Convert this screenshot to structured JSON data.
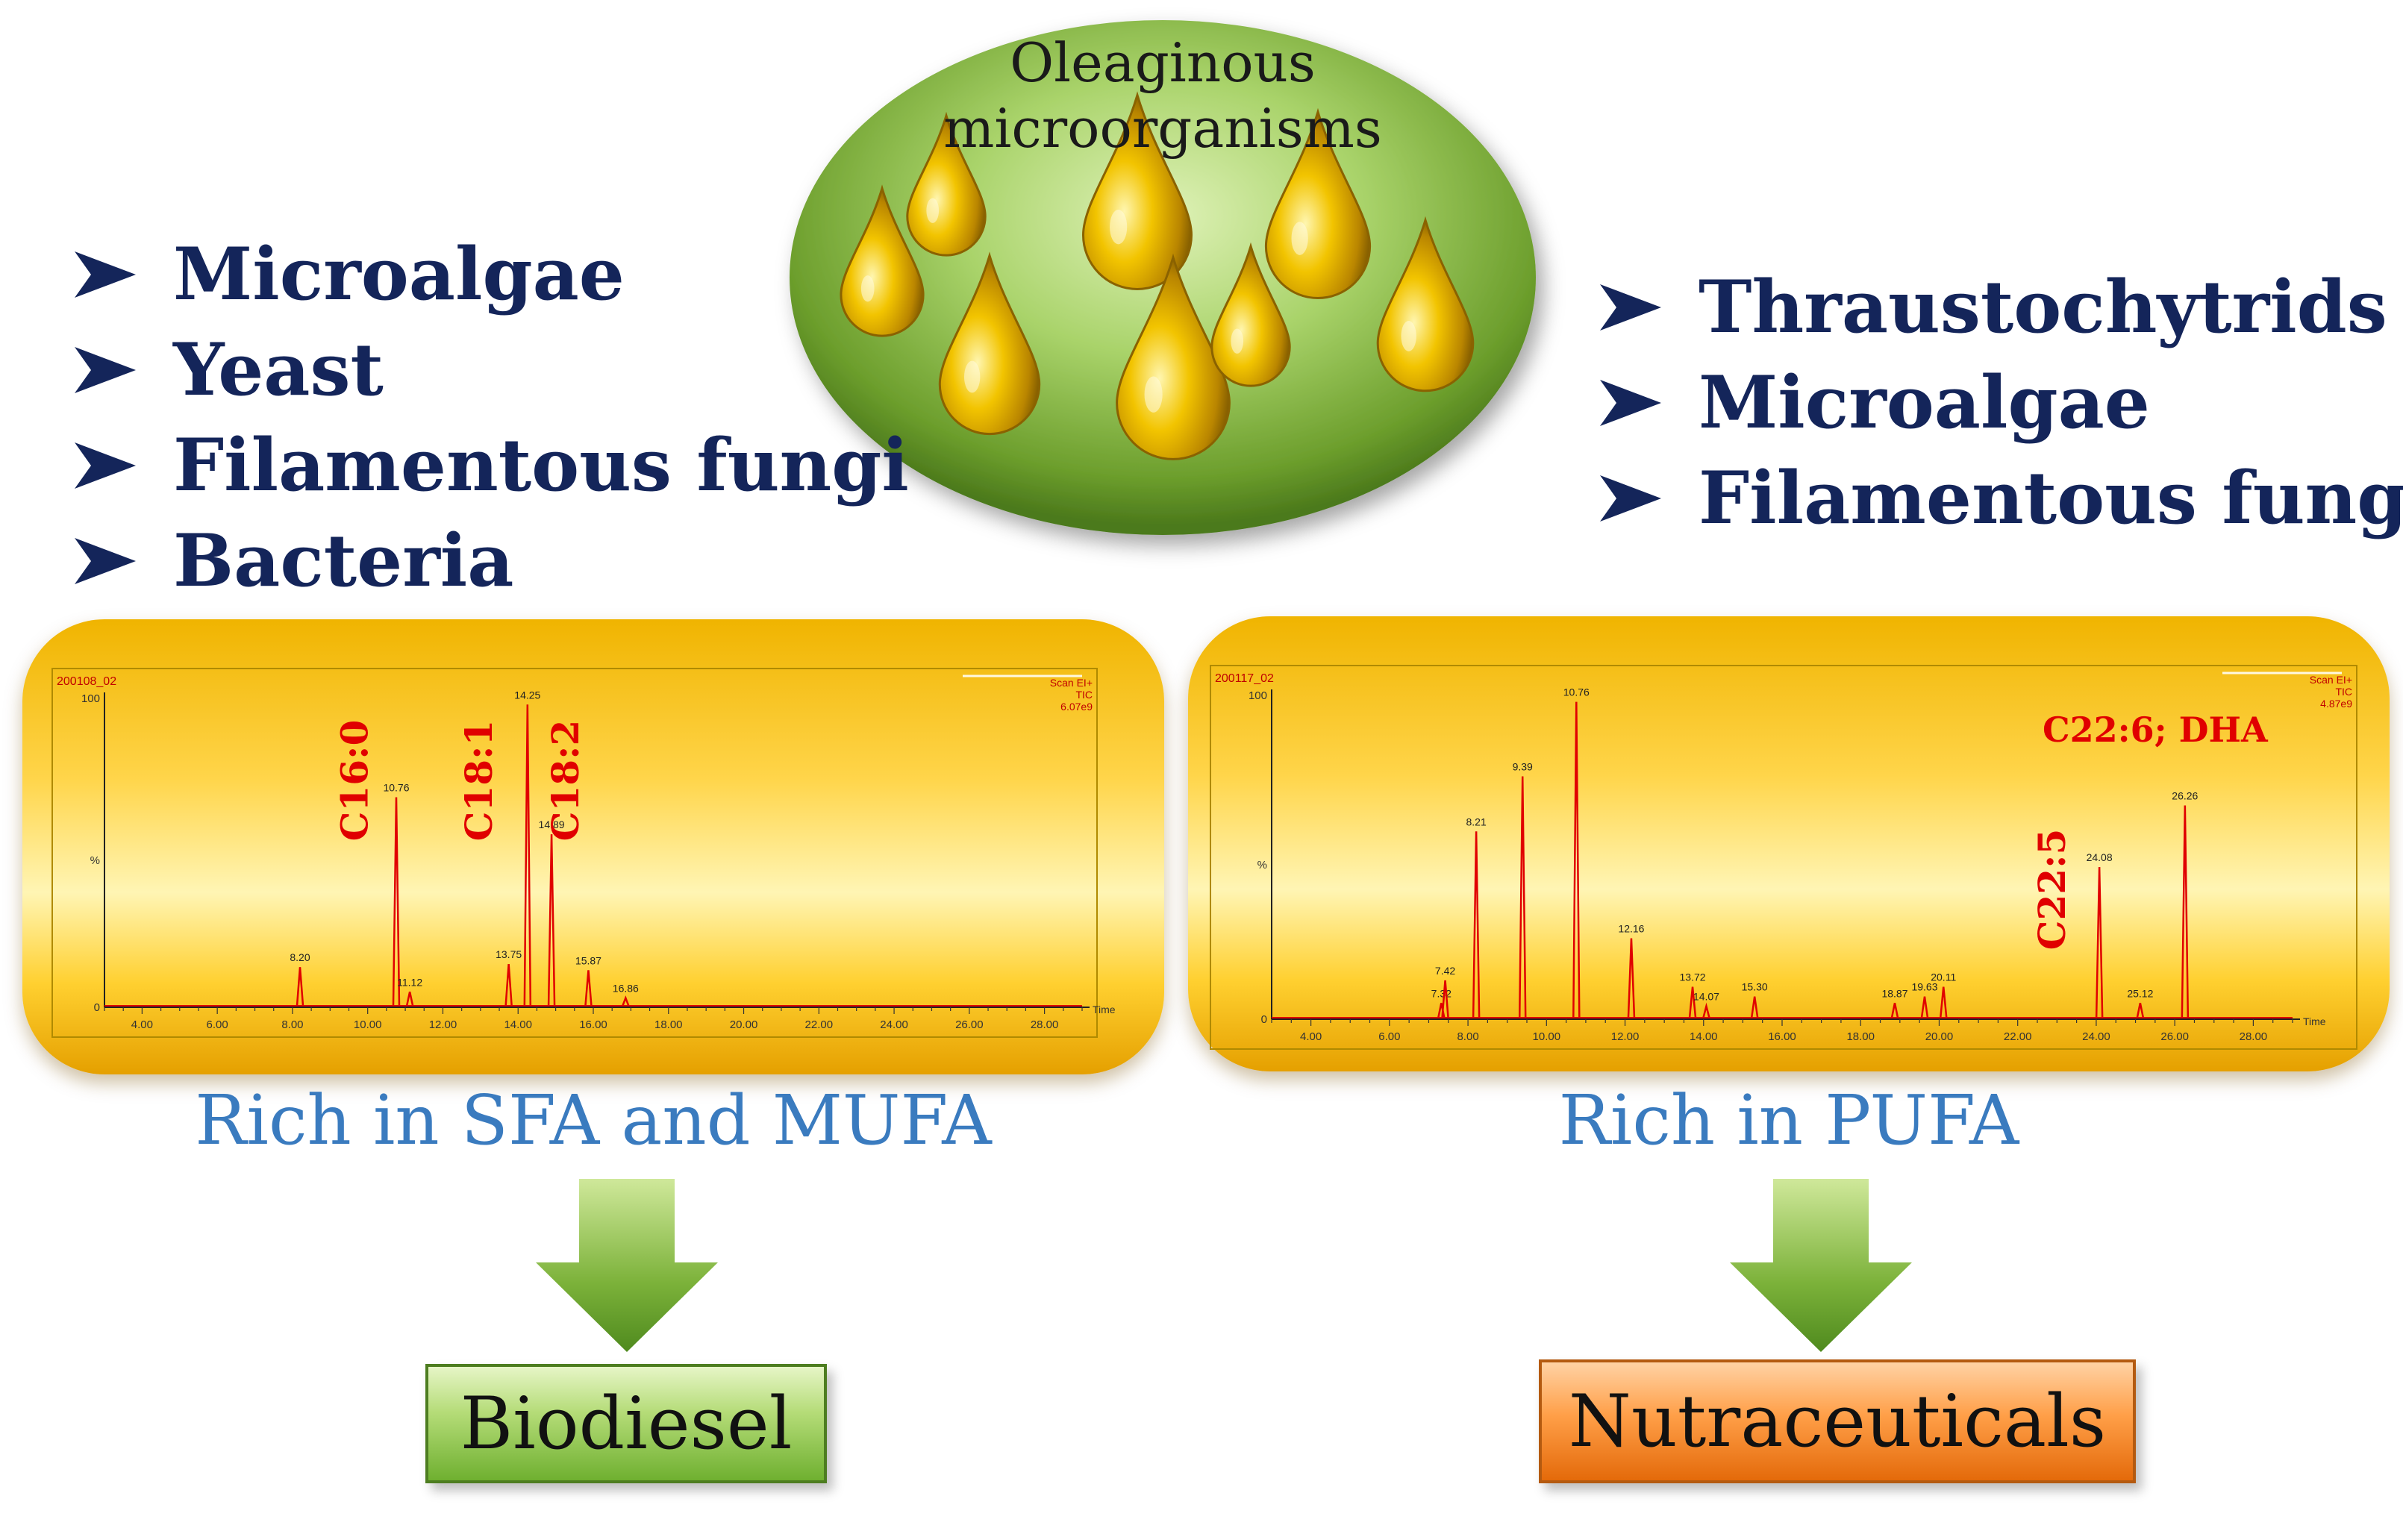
{
  "ellipse": {
    "title_line1": "Oleaginous",
    "title_line2": "microorganisms"
  },
  "left_list": [
    "Microalgae",
    "Yeast",
    "Filamentous fungi",
    "Bacteria"
  ],
  "right_list": [
    "Thraustochytrids",
    "Microalgae",
    "Filamentous fungi"
  ],
  "chart_data": [
    {
      "type": "line",
      "sample_id": "200108_02",
      "corner_label": [
        "Scan EI+",
        "TIC",
        "6.07e9"
      ],
      "y_ticks": [
        "100",
        "%",
        "0"
      ],
      "x_axis_label": "Time",
      "x_ticks": [
        "4.00",
        "6.00",
        "8.00",
        "10.00",
        "12.00",
        "14.00",
        "16.00",
        "18.00",
        "20.00",
        "22.00",
        "24.00",
        "26.00",
        "28.00"
      ],
      "xlim": [
        3.0,
        29.0
      ],
      "ylim": [
        0,
        100
      ],
      "peaks": [
        {
          "x": 8.2,
          "y": 13,
          "label": "8.20"
        },
        {
          "x": 10.76,
          "y": 68,
          "label": "10.76"
        },
        {
          "x": 11.12,
          "y": 5,
          "label": "11.12"
        },
        {
          "x": 13.75,
          "y": 14,
          "label": "13.75"
        },
        {
          "x": 14.25,
          "y": 98,
          "label": "14.25"
        },
        {
          "x": 14.89,
          "y": 56,
          "label": "14.89"
        },
        {
          "x": 15.87,
          "y": 12,
          "label": "15.87"
        },
        {
          "x": 16.86,
          "y": 3,
          "label": "16.86"
        }
      ],
      "annotations": [
        {
          "text": "C16:0",
          "x": 10.0
        },
        {
          "text": "C18:1",
          "x": 13.3
        },
        {
          "text": "C18:2",
          "x": 15.6
        }
      ],
      "caption": "Rich in SFA and MUFA"
    },
    {
      "type": "line",
      "sample_id": "200117_02",
      "corner_label": [
        "Scan EI+",
        "TIC",
        "4.87e9"
      ],
      "y_ticks": [
        "100",
        "%",
        "0"
      ],
      "x_axis_label": "Time",
      "x_ticks": [
        "4.00",
        "6.00",
        "8.00",
        "10.00",
        "12.00",
        "14.00",
        "16.00",
        "18.00",
        "20.00",
        "22.00",
        "24.00",
        "26.00",
        "28.00"
      ],
      "xlim": [
        3.0,
        29.0
      ],
      "ylim": [
        0,
        100
      ],
      "peaks": [
        {
          "x": 7.32,
          "y": 5,
          "label": "7.32"
        },
        {
          "x": 7.42,
          "y": 12,
          "label": "7.42"
        },
        {
          "x": 8.21,
          "y": 58,
          "label": "8.21"
        },
        {
          "x": 9.39,
          "y": 75,
          "label": "9.39"
        },
        {
          "x": 10.76,
          "y": 98,
          "label": "10.76"
        },
        {
          "x": 12.16,
          "y": 25,
          "label": "12.16"
        },
        {
          "x": 13.72,
          "y": 10,
          "label": "13.72"
        },
        {
          "x": 14.07,
          "y": 4,
          "label": "14.07"
        },
        {
          "x": 15.3,
          "y": 7,
          "label": "15.30"
        },
        {
          "x": 18.87,
          "y": 5,
          "label": "18.87"
        },
        {
          "x": 19.63,
          "y": 7,
          "label": "19.63"
        },
        {
          "x": 20.11,
          "y": 10,
          "label": "20.11"
        },
        {
          "x": 24.08,
          "y": 47,
          "label": "24.08"
        },
        {
          "x": 25.12,
          "y": 5,
          "label": "25.12"
        },
        {
          "x": 26.26,
          "y": 66,
          "label": "26.26"
        }
      ],
      "annotations": [
        {
          "text": "C22:6; DHA",
          "x": 25.5,
          "horizontal": true
        },
        {
          "text": "C22:5",
          "x": 23.2
        }
      ],
      "caption": "Rich in PUFA"
    }
  ],
  "products": {
    "left": "Biodiesel",
    "right": "Nutraceuticals"
  }
}
